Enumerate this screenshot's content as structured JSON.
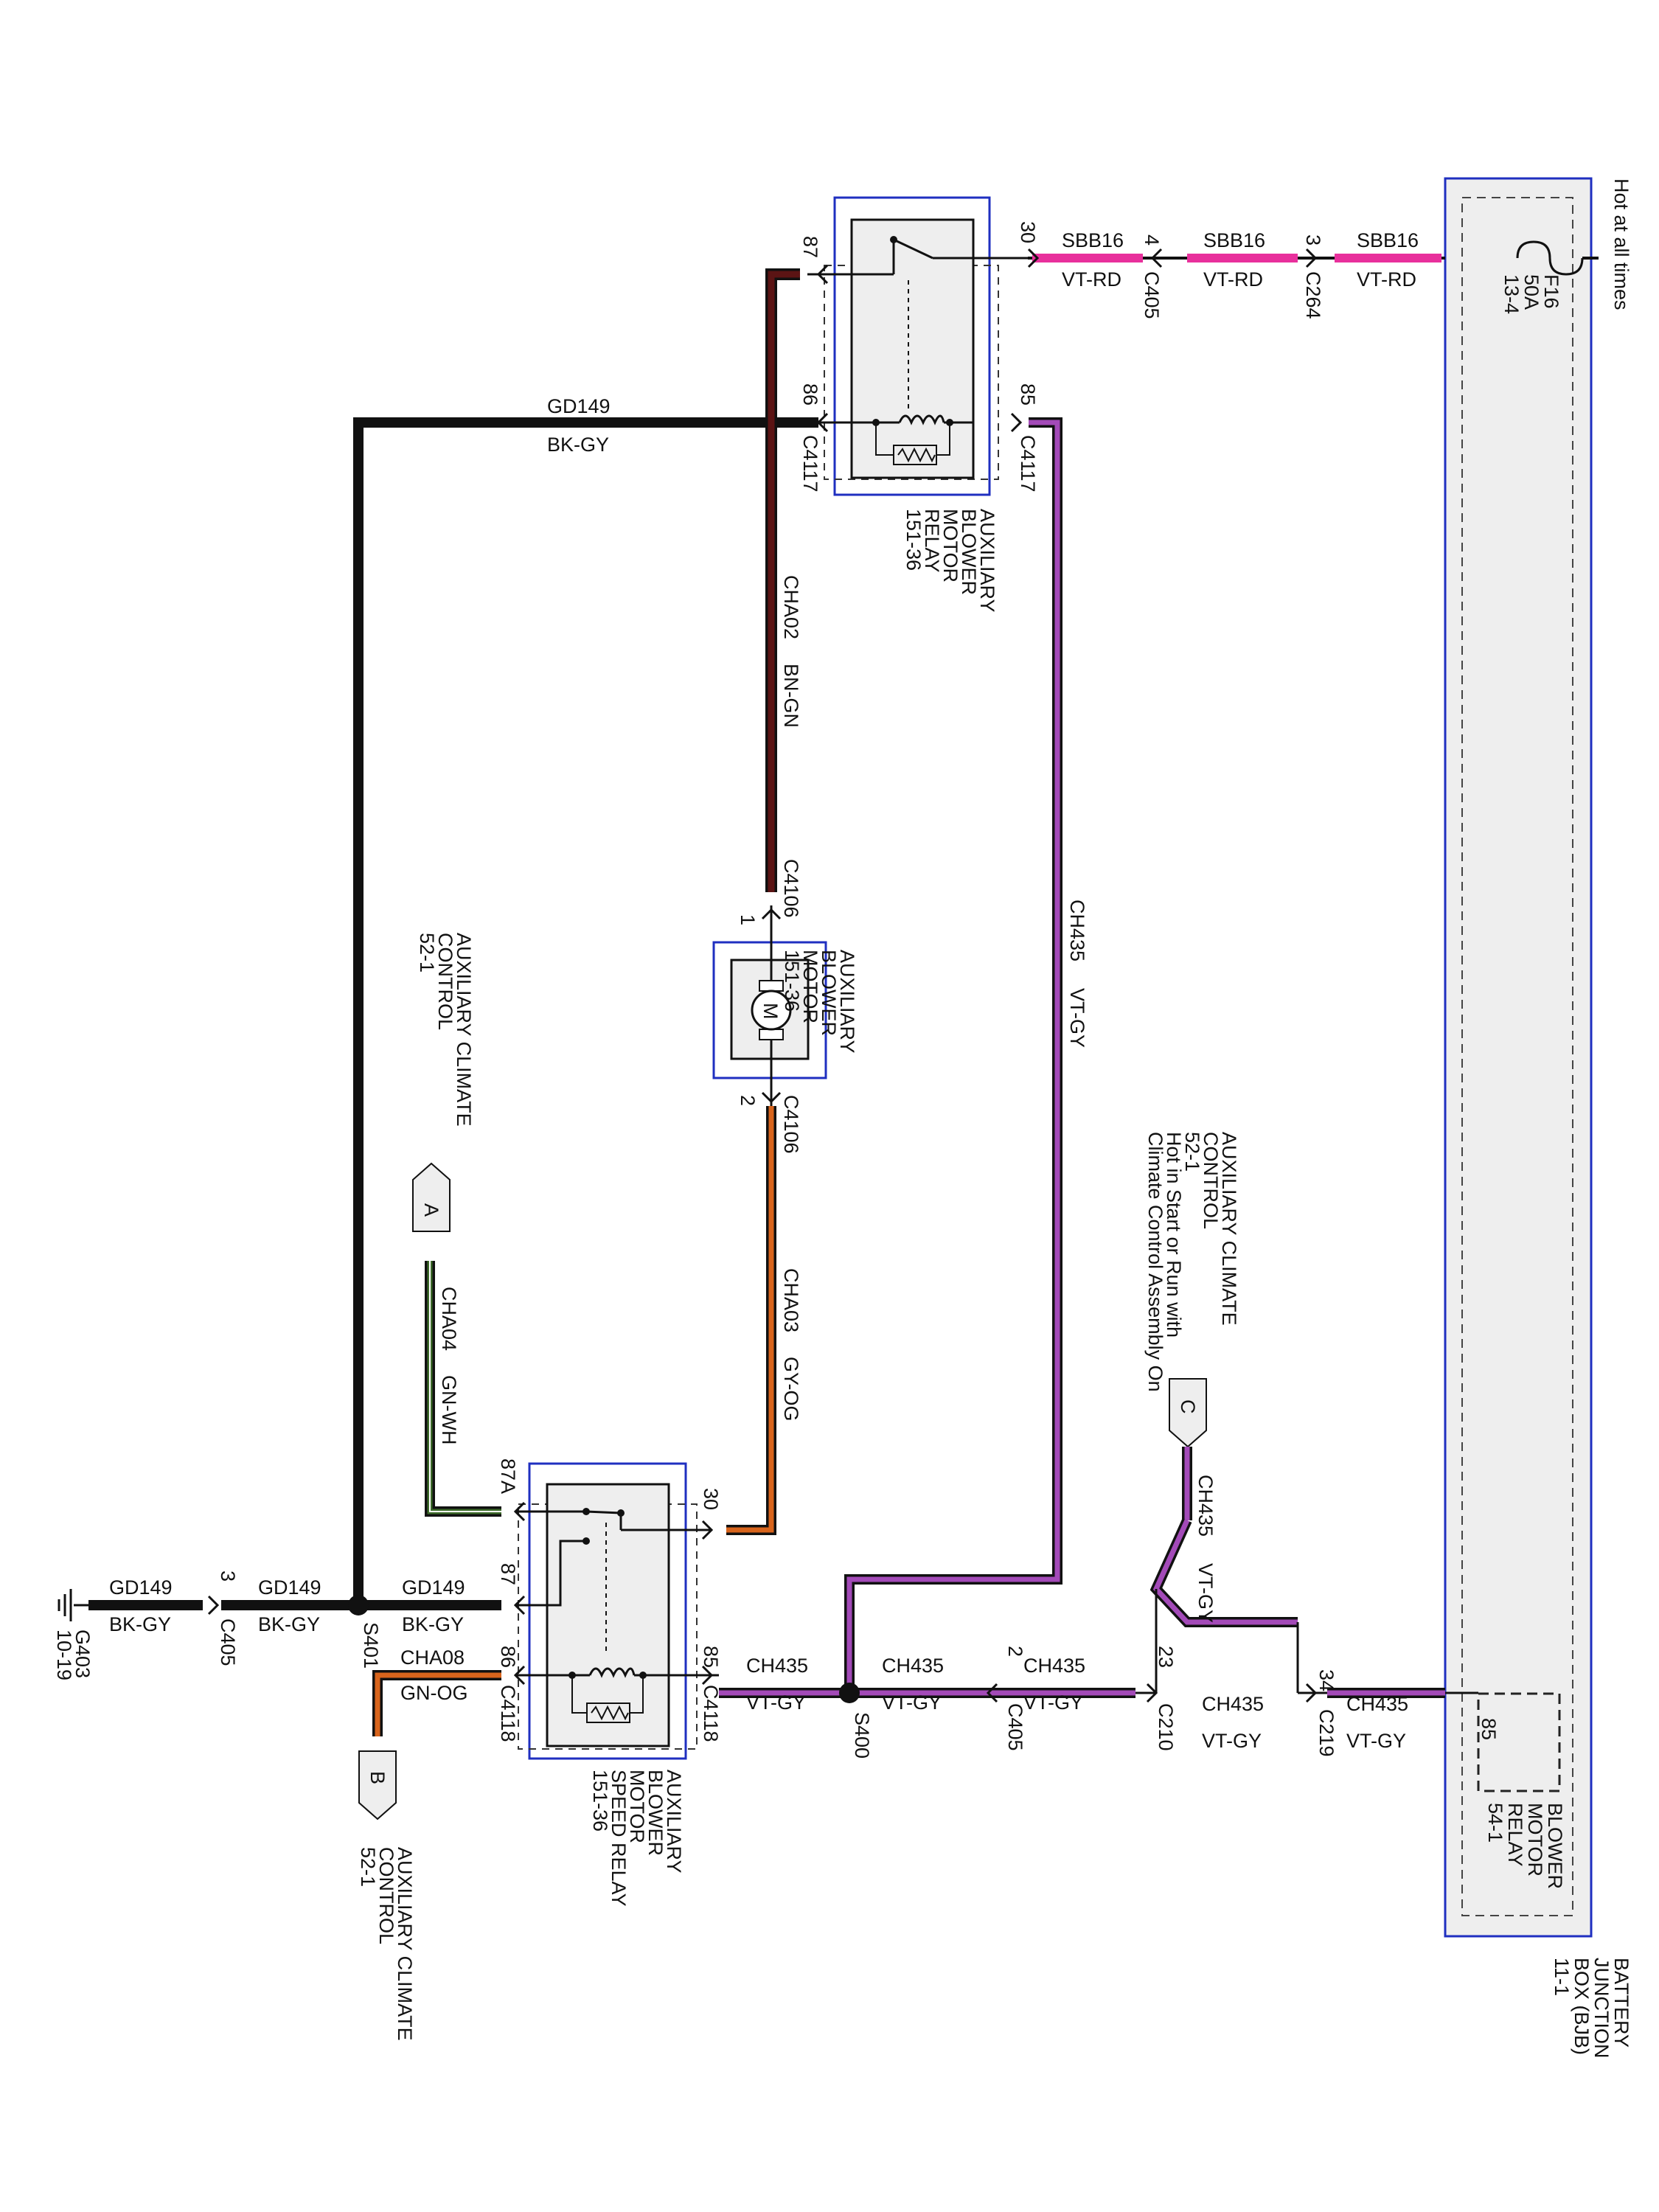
{
  "colors": {
    "vt_rd": "#e8309c",
    "vt_gy": "#a34ab8",
    "bk_gy": "#111111",
    "bn_gn": "#5b1414",
    "gy_og": "#d8641c",
    "gn_wh": "#3d6b2a",
    "gn_og": "#d8641c",
    "box_blue": "#1f2fc0",
    "component_fill": "#eeeeee"
  },
  "components": {
    "bjb": {
      "label": [
        "BATTERY",
        "JUNCTION",
        "BOX (BJB)",
        "11-1"
      ],
      "hot_label": "Hot at all times",
      "fuse_label": [
        "F16",
        "50A",
        "13-4"
      ],
      "relay_label": [
        "BLOWER",
        "MOTOR",
        "RELAY",
        "54-1"
      ],
      "relay_pin": "85"
    },
    "aux_relay": {
      "label": [
        "AUXILIARY",
        "BLOWER",
        "MOTOR",
        "RELAY",
        "151-36"
      ],
      "pins": {
        "p30": "30",
        "p87": "87",
        "p86": "86",
        "p85": "85"
      }
    },
    "aux_motor": {
      "label": [
        "AUXILIARY",
        "BLOWER",
        "MOTOR",
        "151-36"
      ],
      "symbol": "M",
      "pin1": "1",
      "pin2": "2"
    },
    "speed_relay": {
      "label": [
        "AUXILIARY",
        "BLOWER",
        "MOTOR",
        "SPEED RELAY",
        "151-36"
      ],
      "pins": {
        "p30": "30",
        "p87A": "87A",
        "p87": "87",
        "p86": "86",
        "p85": "85"
      }
    },
    "climate_ctrl_top": [
      "AUXILIARY CLIMATE",
      "CONTROL",
      "52-1"
    ],
    "climate_ctrl_right": [
      "AUXILIARY CLIMATE",
      "CONTROL",
      "52-1",
      "Hot in Start or Run with",
      "Climate Control Assembly On"
    ],
    "climate_ctrl_bottom": [
      "AUXILIARY CLIMATE",
      "CONTROL",
      "52-1"
    ],
    "ground": {
      "name": "G403",
      "page": "10-19"
    }
  },
  "connectors": {
    "c405": "C405",
    "c264": "C264",
    "c4117": "C4117",
    "c4106": "C4106",
    "c4118": "C4118",
    "c210": "C210",
    "c219": "C219",
    "s400": "S400",
    "s401": "S401"
  },
  "pins": {
    "c405_power": "4",
    "c264": "3",
    "c405_ground": "3",
    "c405_ch435": "2",
    "c210": "23",
    "c219": "34"
  },
  "offpage": {
    "a": "A",
    "b": "B",
    "c": "C"
  },
  "wires": {
    "sbb16": {
      "circuit": "SBB16",
      "color": "VT-RD"
    },
    "gd149": {
      "circuit": "GD149",
      "color": "BK-GY"
    },
    "cha02": {
      "circuit": "CHA02",
      "color": "BN-GN"
    },
    "ch435": {
      "circuit": "CH435",
      "color": "VT-GY"
    },
    "cha03": {
      "circuit": "CHA03",
      "color": "GY-OG"
    },
    "cha04": {
      "circuit": "CHA04",
      "color": "GN-WH"
    },
    "cha08": {
      "circuit": "CHA08",
      "color": "GN-OG"
    }
  }
}
